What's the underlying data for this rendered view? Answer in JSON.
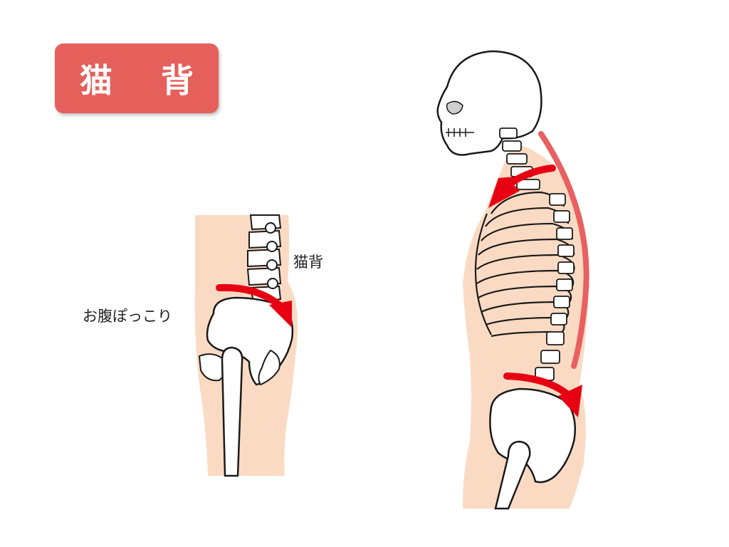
{
  "title": "猫 背",
  "lower_figure": {
    "label_back": "猫背",
    "label_belly": "お腹ぽっこり"
  },
  "colors": {
    "badge": "#e5605a",
    "skin": "#fbdac3",
    "arrow": "#e60012",
    "curve": "#e86060",
    "bone_stroke": "#1a1a1a"
  },
  "icons": {
    "curve_arrow": "red-curved-arrow",
    "spine_curve": "spine-curvature-line"
  }
}
